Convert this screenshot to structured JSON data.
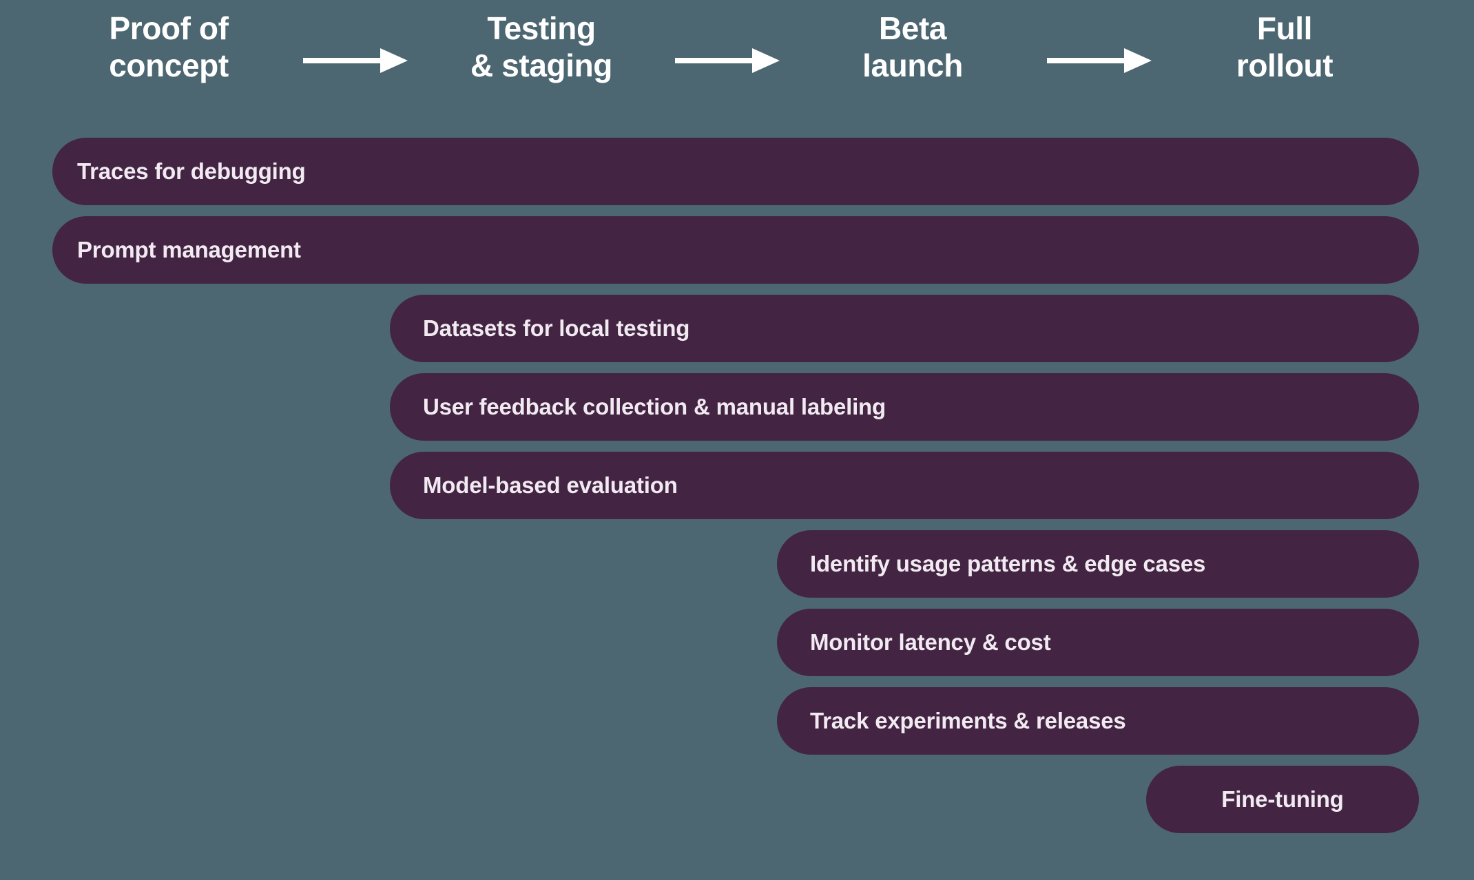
{
  "diagram": {
    "title_visible": false,
    "colors": {
      "background": "#4c6771",
      "bar_fill": "#432443",
      "bar_text": "#f1ebf1",
      "header_text": "#ffffff",
      "arrow": "#ffffff"
    },
    "phases": [
      {
        "id": "proof-of-concept",
        "label": "Proof of\nconcept"
      },
      {
        "id": "testing-and-staging",
        "label": "Testing\n& staging"
      },
      {
        "id": "beta-launch",
        "label": "Beta\nlaunch"
      },
      {
        "id": "full-rollout",
        "label": "Full\nrollout"
      }
    ],
    "arrows": [
      {
        "id": "arrow-poc-to-testing",
        "name": "right-arrow-icon"
      },
      {
        "id": "arrow-testing-to-beta",
        "name": "right-arrow-icon"
      },
      {
        "id": "arrow-beta-to-rollout",
        "name": "right-arrow-icon"
      }
    ],
    "capabilities": [
      {
        "label": "Traces for debugging",
        "starts_at_phase": "proof-of-concept",
        "ends_at_phase": "full-rollout",
        "align": "left"
      },
      {
        "label": "Prompt management",
        "starts_at_phase": "proof-of-concept",
        "ends_at_phase": "full-rollout",
        "align": "left"
      },
      {
        "label": "Datasets for local testing",
        "starts_at_phase": "testing-and-staging",
        "ends_at_phase": "full-rollout",
        "align": "left"
      },
      {
        "label": "User feedback collection & manual labeling",
        "starts_at_phase": "testing-and-staging",
        "ends_at_phase": "full-rollout",
        "align": "left"
      },
      {
        "label": "Model-based evaluation",
        "starts_at_phase": "testing-and-staging",
        "ends_at_phase": "full-rollout",
        "align": "left"
      },
      {
        "label": "Identify usage patterns & edge cases",
        "starts_at_phase": "beta-launch",
        "ends_at_phase": "full-rollout",
        "align": "left"
      },
      {
        "label": "Monitor latency & cost",
        "starts_at_phase": "beta-launch",
        "ends_at_phase": "full-rollout",
        "align": "left"
      },
      {
        "label": "Track experiments & releases",
        "starts_at_phase": "beta-launch",
        "ends_at_phase": "full-rollout",
        "align": "left"
      },
      {
        "label": "Fine-tuning",
        "starts_at_phase": "full-rollout",
        "ends_at_phase": "full-rollout",
        "align": "center"
      }
    ]
  }
}
